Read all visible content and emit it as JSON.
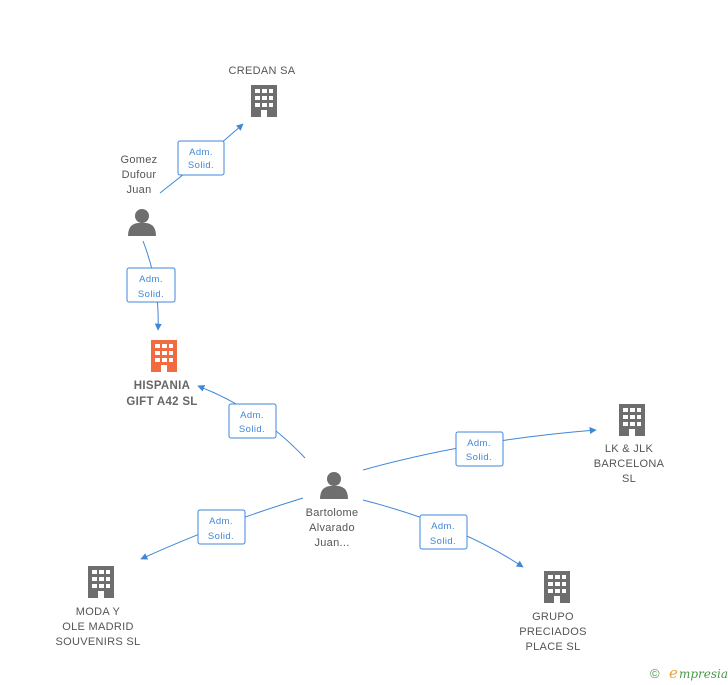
{
  "nodes": {
    "credan": {
      "lines": [
        "CREDAN SA"
      ]
    },
    "gomez": {
      "lines": [
        "Gomez",
        "Dufour",
        "Juan"
      ]
    },
    "hispania": {
      "lines": [
        "HISPANIA",
        "GIFT A42  SL"
      ]
    },
    "bartolome": {
      "lines": [
        "Bartolome",
        "Alvarado",
        "Juan..."
      ]
    },
    "lk": {
      "lines": [
        "LK & JLK",
        "BARCELONA",
        "SL"
      ]
    },
    "moda": {
      "lines": [
        "MODA Y",
        "OLE MADRID",
        "SOUVENIRS  SL"
      ]
    },
    "grupo": {
      "lines": [
        "GRUPO",
        "PRECIADOS",
        "PLACE SL"
      ]
    }
  },
  "relation": {
    "line1": "Adm.",
    "line2": "Solid."
  },
  "brand": {
    "copyright": "©",
    "name": "mpresia",
    "initial": "e"
  },
  "colors": {
    "accent": "#3f87d8",
    "main_company": "#f26a3f",
    "node": "#6e6e6e"
  }
}
